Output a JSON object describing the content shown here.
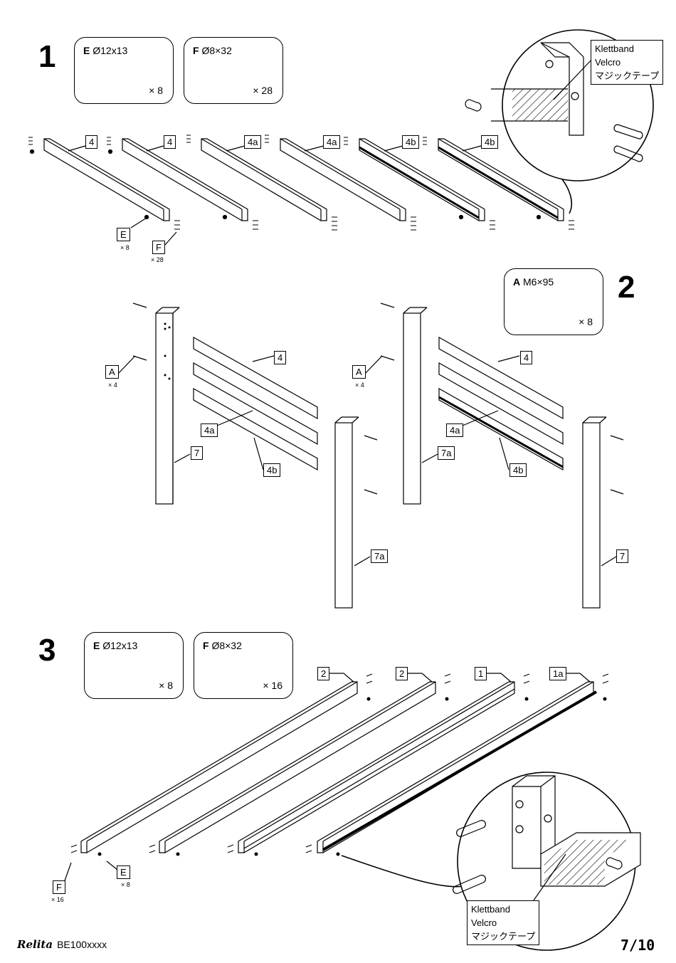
{
  "steps": {
    "s1": "1",
    "s2": "2",
    "s3": "3"
  },
  "hardware": {
    "s1_e": {
      "code": "E",
      "spec": "Ø12x13",
      "qty": "× 8"
    },
    "s1_f": {
      "code": "F",
      "spec": "Ø8×32",
      "qty": "× 28"
    },
    "s2_a": {
      "code": "A",
      "spec": "M6×95",
      "qty": "× 8"
    },
    "s3_e": {
      "code": "E",
      "spec": "Ø12x13",
      "qty": "× 8"
    },
    "s3_f": {
      "code": "F",
      "spec": "Ø8×32",
      "qty": "× 16"
    }
  },
  "labels": {
    "s1": [
      "4",
      "4",
      "4a",
      "4a",
      "4b",
      "4b"
    ],
    "s1_e": "E",
    "s1_e_qty": "× 8",
    "s1_f": "F",
    "s1_f_qty": "× 28",
    "s2": {
      "left_a": "A",
      "left_a_qty": "× 4",
      "left_4": "4",
      "left_4a": "4a",
      "left_4b": "4b",
      "left_7": "7",
      "left_7a": "7a",
      "right_a": "A",
      "right_a_qty": "× 4",
      "right_4": "4",
      "right_4a": "4a",
      "right_4b": "4b",
      "right_7a": "7a",
      "right_7": "7"
    },
    "s3": [
      "2",
      "2",
      "1",
      "1a"
    ],
    "s3_e": "E",
    "s3_e_qty": "× 8",
    "s3_f": "F",
    "s3_f_qty": "× 16"
  },
  "callouts": {
    "top": [
      "Klettband",
      "Velcro",
      "マジックテープ"
    ],
    "bottom": [
      "Klettband",
      "Velcro",
      "マジックテープ"
    ]
  },
  "footer": {
    "brand": "Relita",
    "model": "BE100xxxx",
    "page": "7/10"
  }
}
